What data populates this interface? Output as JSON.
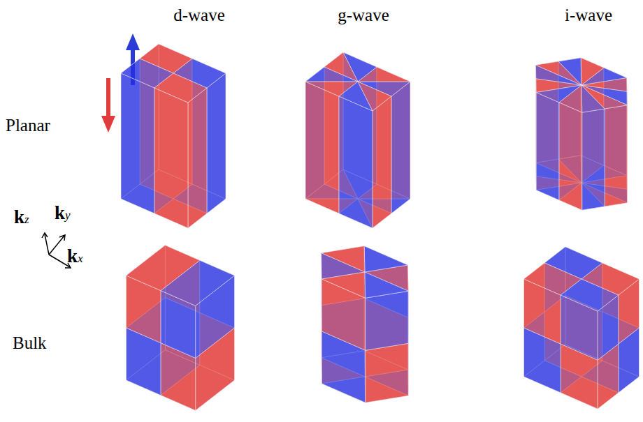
{
  "diagram": {
    "labels": [
      "d-wave",
      "g-wave",
      "i-wave",
      "Planar",
      "Bulk",
      "kz",
      "ky",
      "kx"
    ]
  }
}
